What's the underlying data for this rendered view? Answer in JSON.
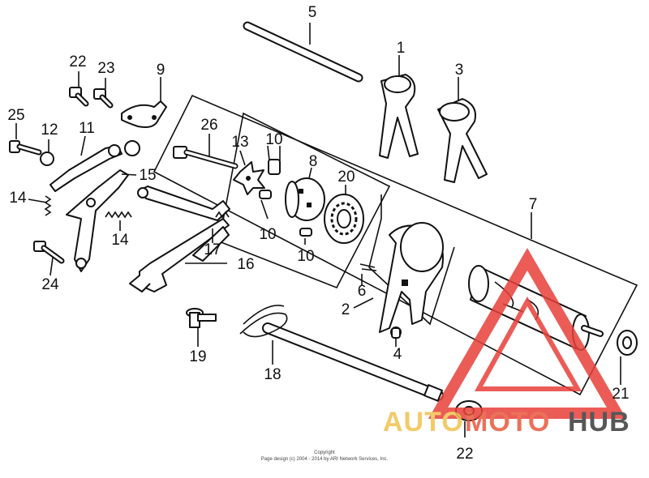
{
  "diagram": {
    "part_labels": {
      "p1": "1",
      "p2": "2",
      "p3": "3",
      "p4": "4",
      "p5": "5",
      "p6": "6",
      "p7": "7",
      "p8": "8",
      "p9": "9",
      "p10a": "10",
      "p10b": "10",
      "p10c": "10",
      "p11": "11",
      "p12": "12",
      "p13": "13",
      "p14a": "14",
      "p14b": "14",
      "p15": "15",
      "p16": "16",
      "p17": "17",
      "p18": "18",
      "p19": "19",
      "p20": "20",
      "p21": "21",
      "p22a": "22",
      "p22b": "22",
      "p23": "23",
      "p24": "24",
      "p25": "25",
      "p26": "26"
    },
    "copyright_line1": "Copyright",
    "copyright_line2": "Page design (c) 2004 - 2014 by ARI Network Services, Inc."
  },
  "watermark": {
    "part1": "AUTO",
    "part2": "MOTO",
    "part3": "HUB",
    "colors": {
      "auto": "#f2c14e",
      "moto": "#e8593c",
      "hub": "#3a3a3a",
      "triangle": "#e8403a"
    }
  }
}
